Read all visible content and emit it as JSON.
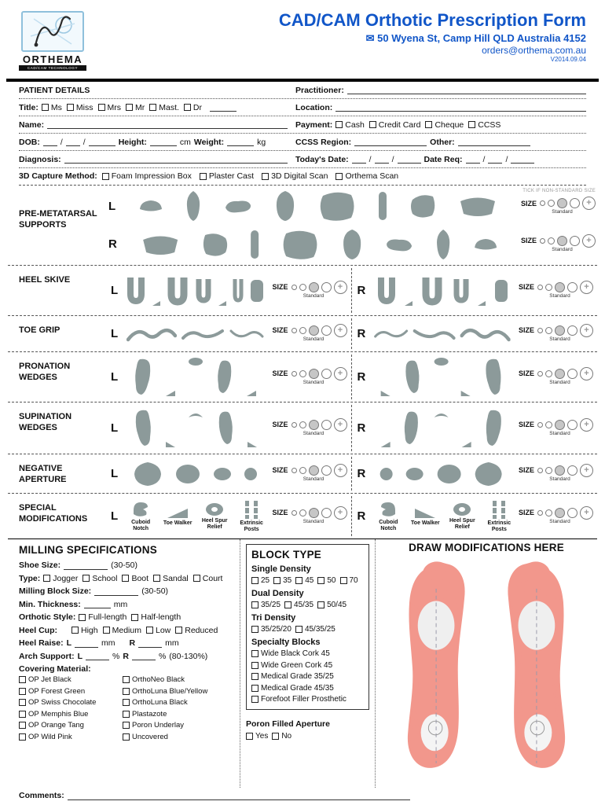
{
  "header": {
    "title": "CAD/CAM Orthotic Prescription Form",
    "address": "50 Wyena St, Camp Hill QLD Australia 4152",
    "email": "orders@orthema.com.au",
    "version": "V2014.09.04",
    "logo_text": "ORTHEMA",
    "logo_sub": "CAD/CAM TECHNOLOGY",
    "envelope_glyph": "✉"
  },
  "patient": {
    "section_title": "PATIENT DETAILS",
    "title_label": "Title:",
    "title_options": [
      "Ms",
      "Miss",
      "Mrs",
      "Mr",
      "Mast.",
      "Dr"
    ],
    "name_label": "Name:",
    "dob_label": "DOB:",
    "height_label": "Height:",
    "height_unit": "cm",
    "weight_label": "Weight:",
    "weight_unit": "kg",
    "diagnosis_label": "Diagnosis:"
  },
  "practitioner": {
    "practitioner_label": "Practitioner:",
    "location_label": "Location:",
    "payment_label": "Payment:",
    "payment_options": [
      "Cash",
      "Credit Card",
      "Cheque",
      "CCSS"
    ],
    "ccss_region_label": "CCSS Region:",
    "other_label": "Other:",
    "todays_date_label": "Today's Date:",
    "date_req_label": "Date Req:"
  },
  "capture": {
    "label": "3D Capture Method:",
    "options": [
      "Foam Impression Box",
      "Plaster Cast",
      "3D Digital Scan",
      "Orthema Scan"
    ]
  },
  "mods": {
    "size_label": "SIZE",
    "standard_label": "Standard",
    "plus": "+",
    "tick_note": "TICK IF NON-STANDARD SIZE",
    "left": "L",
    "right": "R",
    "sections": [
      {
        "label": "PRE-METATARSAL SUPPORTS"
      },
      {
        "label": "HEEL SKIVE"
      },
      {
        "label": "TOE GRIP"
      },
      {
        "label": "PRONATION WEDGES"
      },
      {
        "label": "SUPINATION WEDGES"
      },
      {
        "label": "NEGATIVE APERTURE"
      },
      {
        "label": "SPECIAL MODIFICATIONS"
      }
    ],
    "special_sub_labels": [
      "Cuboid Notch",
      "Toe Walker",
      "Heel Spur Relief",
      "Extrinsic Posts"
    ]
  },
  "milling": {
    "title": "MILLING SPECIFICATIONS",
    "shoe_size_label": "Shoe Size:",
    "shoe_size_range": "(30-50)",
    "type_label": "Type:",
    "type_options": [
      "Jogger",
      "School",
      "Boot",
      "Sandal",
      "Court"
    ],
    "block_size_label": "Milling Block Size:",
    "block_size_range": "(30-50)",
    "min_thickness_label": "Min. Thickness:",
    "min_thickness_unit": "mm",
    "orthotic_style_label": "Orthotic Style:",
    "orthotic_style_options": [
      "Full-length",
      "Half-length"
    ],
    "heel_cup_label": "Heel Cup:",
    "heel_cup_options": [
      "High",
      "Medium",
      "Low",
      "Reduced"
    ],
    "heel_raise_label": "Heel Raise:",
    "l_label": "L",
    "r_label": "R",
    "mm_unit": "mm",
    "arch_support_label": "Arch Support:",
    "percent_unit": "%",
    "arch_range": "(80-130%)",
    "covering_label": "Covering Material:",
    "covering_col1": [
      "OP Jet Black",
      "OP Forest Green",
      "OP Swiss Chocolate",
      "OP Memphis Blue",
      "OP Orange Tang",
      "OP Wild Pink"
    ],
    "covering_col2": [
      "OrthoNeo Black",
      "OrthoLuna Blue/Yellow",
      "OrthoLuna Black",
      "Plastazote",
      "Poron Underlay",
      "Uncovered"
    ],
    "comments_label": "Comments:"
  },
  "block_type": {
    "title": "BLOCK TYPE",
    "single_label": "Single Density",
    "single_options": [
      "25",
      "35",
      "45",
      "50",
      "70"
    ],
    "dual_label": "Dual Density",
    "dual_options": [
      "35/25",
      "45/35",
      "50/45"
    ],
    "tri_label": "Tri Density",
    "tri_options": [
      "35/25/20",
      "45/35/25"
    ],
    "specialty_label": "Specialty Blocks",
    "specialty_options": [
      "Wide Black Cork 45",
      "Wide Green Cork 45",
      "Medical Grade 35/25",
      "Medical Grade 45/35",
      "Forefoot Filler Prosthetic"
    ],
    "poron_label": "Poron Filled Aperture",
    "poron_options": [
      "Yes",
      "No"
    ]
  },
  "draw": {
    "title": "DRAW MODIFICATIONS HERE"
  },
  "colors": {
    "brand_blue": "#1156c8",
    "shape_gray": "#8c9a9a",
    "contour_outer": "#f2978c",
    "contour_green": "#a8d77e",
    "contour_periwinkle": "#bdc9f2",
    "contour_purple": "#9090d8",
    "contour_gray": "#d0d0d0"
  }
}
